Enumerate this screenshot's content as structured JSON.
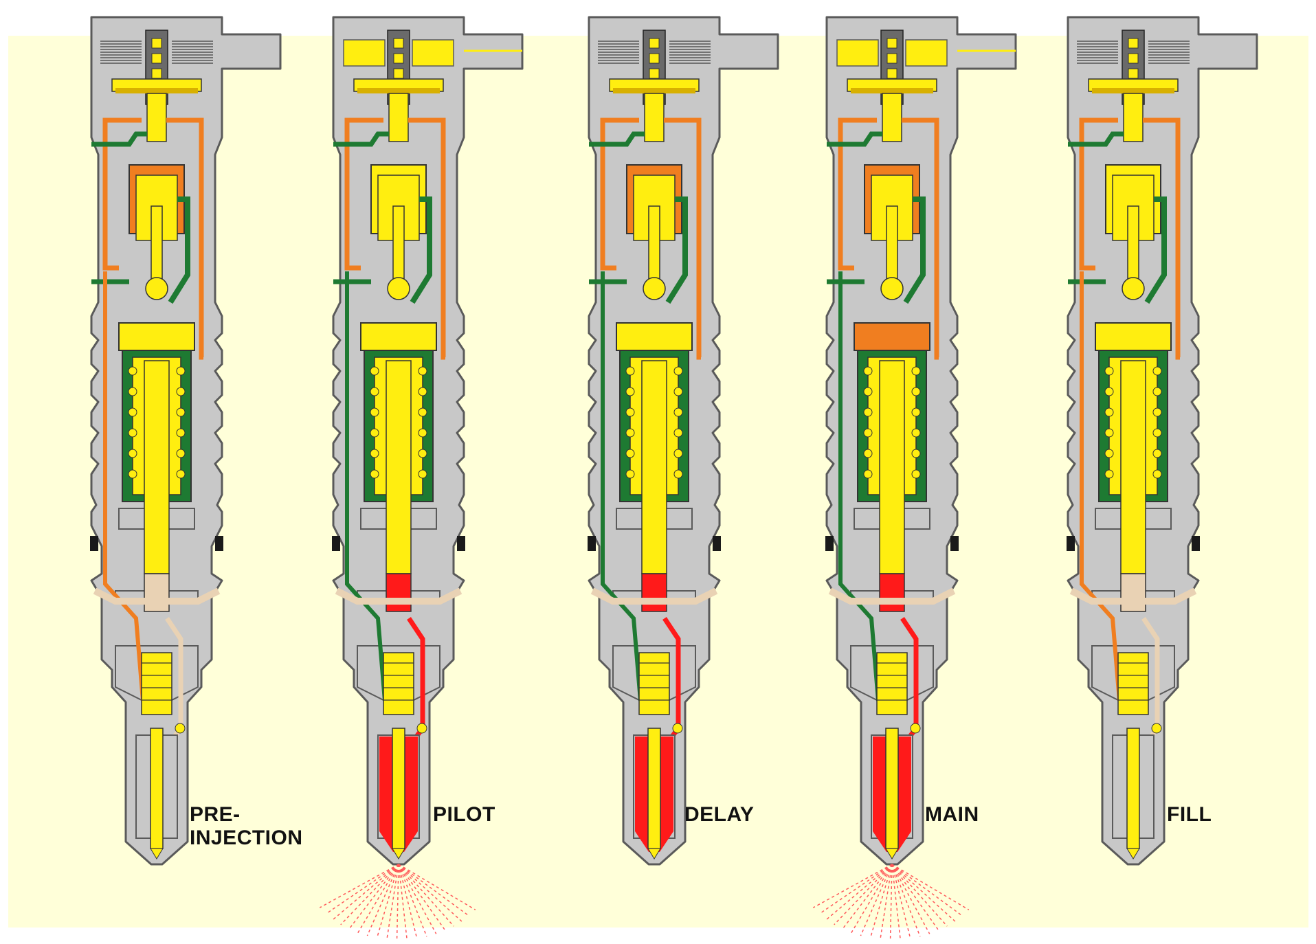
{
  "colors": {
    "panel_background": "#ffffd9",
    "body": "#c8c8c8",
    "body_outline": "#5a5a5a",
    "drain_oil": "#1e7a32",
    "actuation_oil": "#f07e20",
    "fuel_pressurized": "#ff1a1a",
    "fuel_low": "#e9d2b4",
    "parts": "#ffee10",
    "spray": "#ff5a5a",
    "seal": "#1a1a1a"
  },
  "stages": [
    {
      "label_lines": [
        "PRE-",
        "INJECTION"
      ],
      "solenoid_energized": false,
      "check_open": false,
      "spray": false,
      "spring_state": "drain",
      "upper_state": "orange",
      "fuel_state": "low"
    },
    {
      "label_lines": [
        "PILOT"
      ],
      "solenoid_energized": true,
      "check_open": true,
      "spray": true,
      "spring_state": "drain",
      "upper_state": "yellow",
      "fuel_state": "high"
    },
    {
      "label_lines": [
        "DELAY"
      ],
      "solenoid_energized": false,
      "check_open": false,
      "spray": false,
      "spring_state": "actuation",
      "upper_state": "orange",
      "fuel_state": "high"
    },
    {
      "label_lines": [
        "MAIN"
      ],
      "solenoid_energized": true,
      "check_open": true,
      "spray": true,
      "spring_state": "drain",
      "upper_state": "orange",
      "fuel_state": "high"
    },
    {
      "label_lines": [
        "FILL"
      ],
      "solenoid_energized": false,
      "check_open": false,
      "spray": false,
      "spring_state": "drain",
      "upper_state": "yellow",
      "fuel_state": "low"
    }
  ]
}
